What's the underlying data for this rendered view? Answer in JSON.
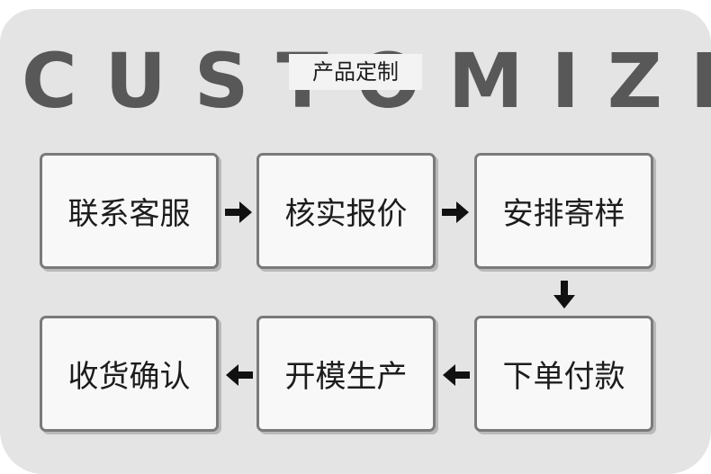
{
  "banner": {
    "title": "CUSTOMIZE",
    "subtitle": "产品定制"
  },
  "steps": [
    {
      "label": "联系客服"
    },
    {
      "label": "核实报价"
    },
    {
      "label": "安排寄样"
    },
    {
      "label": "下单付款"
    },
    {
      "label": "开模生产"
    },
    {
      "label": "收货确认"
    }
  ],
  "colors": {
    "background": "#e4e4e4",
    "title": "#585858",
    "box_fill": "#f8f8f8",
    "box_border": "#7a7a7a",
    "arrow": "#111111"
  },
  "icons": {
    "arrow_right": "arrow-right-icon",
    "arrow_down": "arrow-down-icon",
    "arrow_left": "arrow-left-icon"
  }
}
